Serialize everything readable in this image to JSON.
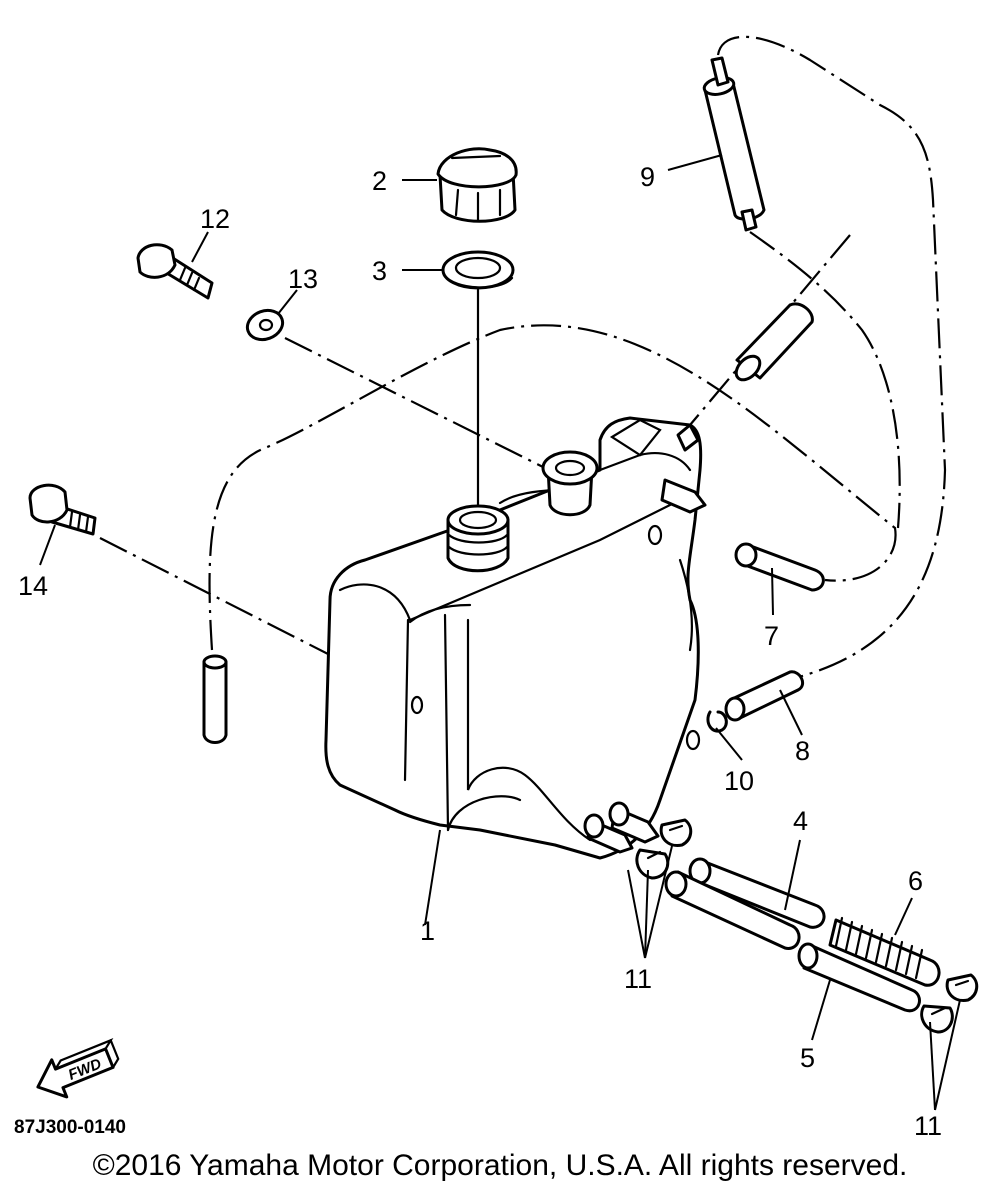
{
  "callouts": {
    "c1": "1",
    "c2": "2",
    "c3": "3",
    "c4": "4",
    "c5": "5",
    "c6": "6",
    "c7": "7",
    "c8": "8",
    "c9": "9",
    "c10": "10",
    "c11a": "11",
    "c11b": "11",
    "c12": "12",
    "c13": "13",
    "c14": "14"
  },
  "fwd_label": "FWD",
  "diagram_ref": "87J300-0140",
  "copyright": "©2016 Yamaha Motor Corporation, U.S.A. All rights reserved."
}
